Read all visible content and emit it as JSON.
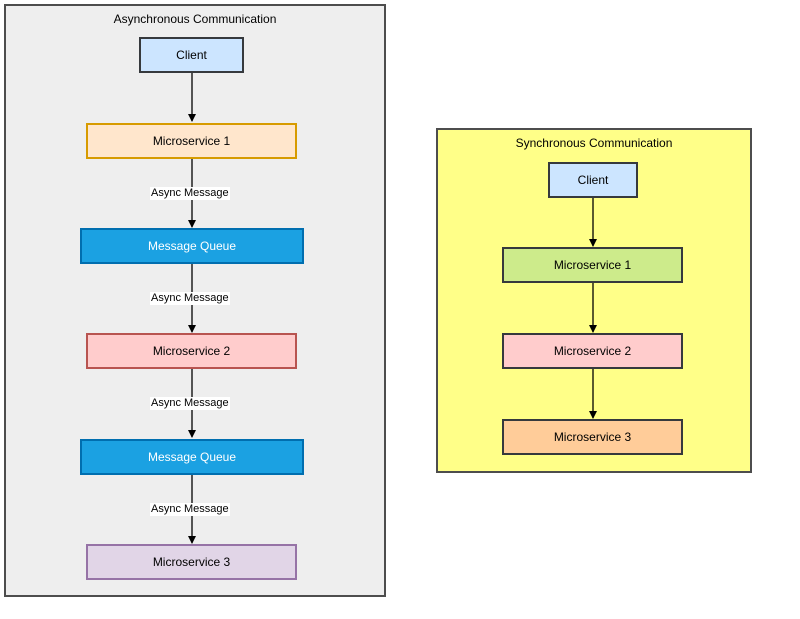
{
  "async_panel": {
    "title": "Asynchronous Communication",
    "client": "Client",
    "ms1": "Microservice 1",
    "queue1": "Message Queue",
    "ms2": "Microservice 2",
    "queue2": "Message Queue",
    "ms3": "Microservice 3",
    "edge_labels": [
      "Async Message",
      "Async Message",
      "Async Message",
      "Async Message"
    ]
  },
  "sync_panel": {
    "title": "Synchronous Communication",
    "client": "Client",
    "ms1": "Microservice 1",
    "ms2": "Microservice 2",
    "ms3": "Microservice 3"
  },
  "colors": {
    "async_bg": "#eeeeee",
    "sync_bg": "#ffff88",
    "client": "#cce5ff",
    "ms1_async": "#ffe6cc",
    "queue": "#1ba1e2",
    "ms2": "#ffcccc",
    "ms3_async": "#e1d5e7",
    "ms1_sync": "#cdeb8b",
    "ms3_sync": "#ffcc99"
  }
}
